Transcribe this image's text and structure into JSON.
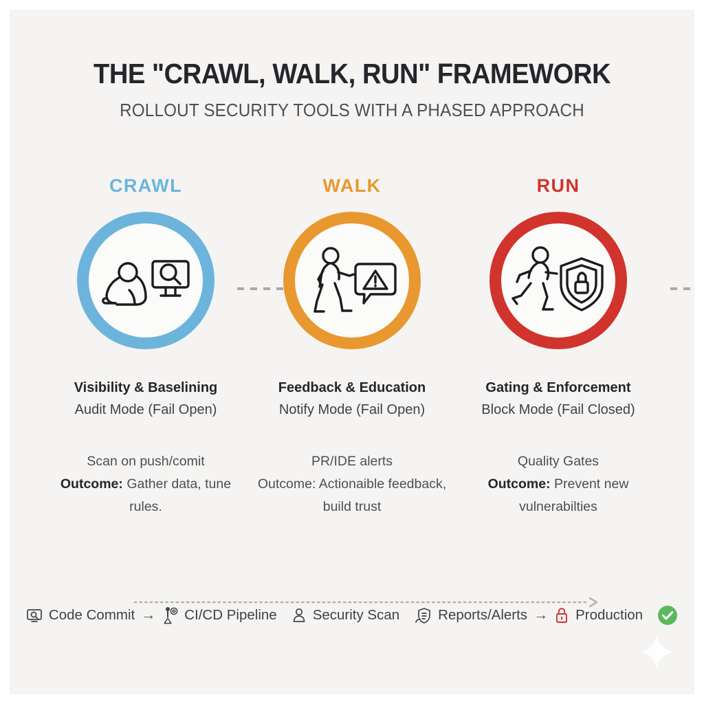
{
  "header": {
    "title": "THE \"CRAWL, WALK, RUN\" FRAMEWORK",
    "subtitle": "ROLLOUT SECURITY TOOLS WITH A PHASED APPROACH"
  },
  "colors": {
    "background": "#f5f4f2",
    "frame": "#ffffff",
    "title": "#23262a",
    "crawl": "#6cb4dc",
    "walk": "#e8982e",
    "run": "#d0342c",
    "arrow": "#a8a8a8",
    "body_text": "#4a4f55",
    "production_lock": "#d0342c",
    "check_badge": "#5cb85c"
  },
  "phases": [
    {
      "label": "CRAWL",
      "color": "#6cb4dc",
      "icon": "baby-crawling-monitor-magnifier-icon",
      "heading": "Visibility & Baselining",
      "mode": "Audit Mode (Fail Open)",
      "detail_line": "Scan on push/comit",
      "outcome_label": "Outcome:",
      "outcome_bold": true,
      "outcome_text": " Gather data, tune rules."
    },
    {
      "label": "WALK",
      "color": "#e8982e",
      "icon": "person-walking-warning-bubble-icon",
      "heading": "Feedback & Education",
      "mode": "Notify Mode (Fail Open)",
      "detail_line": "PR/IDE alerts",
      "outcome_label": "Outcome:",
      "outcome_bold": false,
      "outcome_text": " Actionaible feedback, build trust"
    },
    {
      "label": "RUN",
      "color": "#d0342c",
      "icon": "person-running-shield-lock-icon",
      "heading": "Gating & Enforcement",
      "mode": "Block Mode (Fail Closed)",
      "detail_line": "Quality Gates",
      "outcome_label": "Outcome:",
      "outcome_bold": true,
      "outcome_text": " Prevent new vulnerabilties"
    }
  ],
  "pipeline": {
    "items": [
      {
        "icon": "monitor-magnifier-icon",
        "label": "Code Commit",
        "arrow_after": "→"
      },
      {
        "icon": "cicd-pipeline-icon",
        "label": "CI/CD Pipeline",
        "arrow_after": ""
      },
      {
        "icon": "person-shield-icon",
        "label": "Security Scan",
        "arrow_after": ""
      },
      {
        "icon": "shield-report-icon",
        "label": "Reports/Alerts",
        "arrow_after": "→"
      },
      {
        "icon": "lock-icon",
        "label": "Production",
        "arrow_after": ""
      }
    ],
    "status_icon": "green-check-circle-icon"
  },
  "decor": {
    "sparkle_icon": "sparkle-icon",
    "connector_icon": "dashed-arrow-right-icon",
    "divider_icon": "dotted-arrow-right-icon"
  }
}
